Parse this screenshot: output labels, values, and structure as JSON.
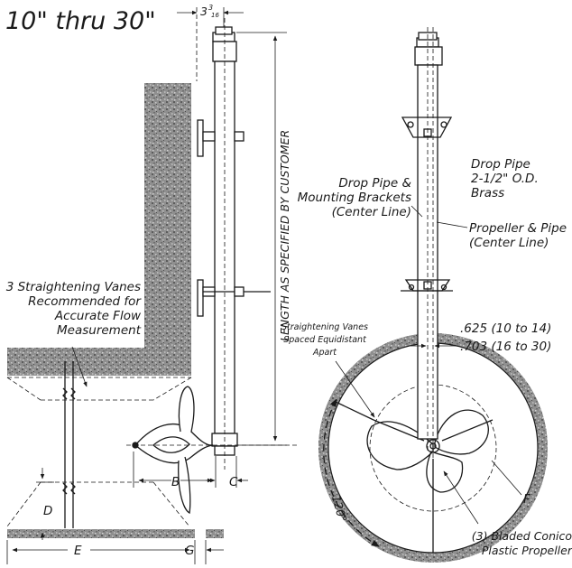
{
  "title": "10\" thru 30\"",
  "top_dimension": {
    "whole": "3",
    "num": "3",
    "den": "16"
  },
  "length_label": "LENGTH AS SPECIFIED BY CUSTOMER",
  "vanes_note": [
    "3 Straightening Vanes",
    "Recommended for",
    "Accurate Flow",
    "Measurement"
  ],
  "drop_pipe_brackets": [
    "Drop Pipe &",
    "Mounting Brackets",
    "(Center Line)"
  ],
  "drop_pipe_spec": [
    "Drop Pipe",
    "2-1/2\" O.D.",
    "Brass"
  ],
  "propeller_pipe": [
    "Propeller & Pipe",
    "(Center Line)"
  ],
  "straightening_spaced": [
    "Straightening Vanes",
    "Spaced Equidistant",
    "Apart"
  ],
  "offset_1": ".625 (10 to 14)",
  "offset_2": ".703 (16 to 30)",
  "angle_label": "120°",
  "propeller_note": [
    "(3) Bladed Conico",
    "Plastic Propeller"
  ],
  "dim_letters": {
    "b": "B",
    "c": "C",
    "d": "D",
    "e": "E",
    "f": "F",
    "g": "G"
  }
}
